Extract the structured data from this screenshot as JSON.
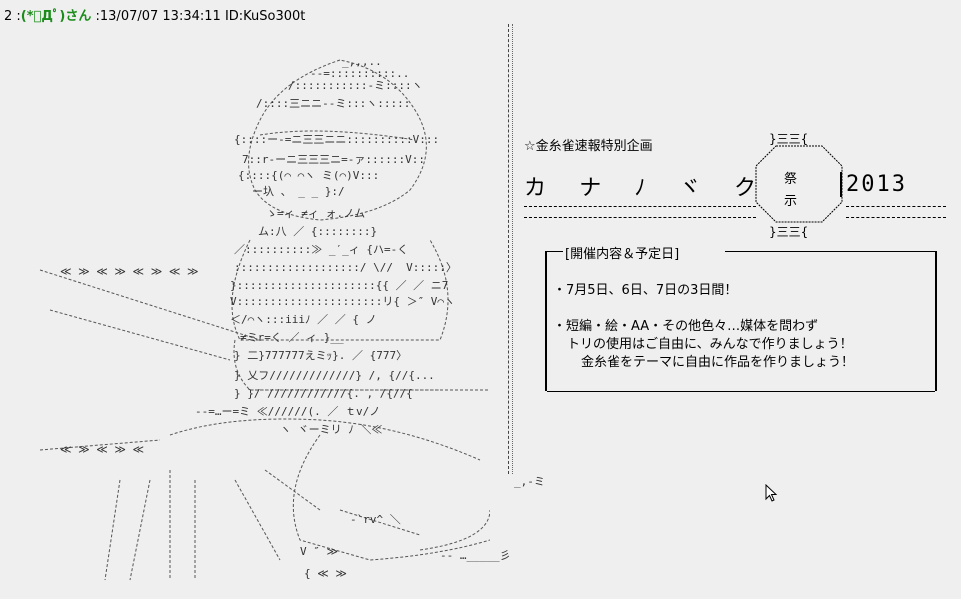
{
  "post": {
    "number": "2 :",
    "name": "(*ﾟДﾟ)さん",
    "separator": ":",
    "datetime": "13/07/07 13:34:11",
    "id": "ID:KuSo300t"
  },
  "banner": {
    "title": "☆金糸雀速報特別企画",
    "octagon_top": "}三三{",
    "octagon_line1": "祭",
    "octagon_line2": "示",
    "octagon_bottom": "}三三{",
    "katakana": "カ ナ ﾉ ヾ ク",
    "year": "2013"
  },
  "info_box": {
    "title": "[開催内容＆予定日]",
    "lines": [
      "・7月5日、6日、7日の3日間！",
      "・短編・絵・AA・その他色々…媒体を問わず",
      "トリの使用はご自由に、みんなで作りましょう！",
      "金糸雀をテーマに自由に作品を作りましょう！"
    ]
  },
  "aa": {
    "rows": [
      "_,,,..",
      "-‐=::::::::::..",
      "/:::::::::::‐ミ::::ヽ",
      "/::::三ニニ‐‐ミ:::ヽ:::::",
      "{::::ー‐=ニ三三ニニ::::::::::V:::",
      "7::r‐ーニ三三三ニ=-ァ::::::V::",
      "{::::{(⌒ ⌒ヽ ミ(⌒)V:::",
      "ー圦 、 _ _ }:/",
      "ゝ=ィ ≠ィ ォ.ノム",
      "ム:八 ／ {::::::::}",
      "／::::::::::≫ _′_ィ {ハ=‐く",
      ":::::::::::::::::::/ \\//  V:::::〉",
      "}:::::::::::::::::::::{{ ／ ／ ニ7",
      "V::::::::::::::::::::::リ{ ＞″ V⌒ヽ",
      "＜/⌒ヽ:::iiiﾉ ／ ／ { ノ",
      "≠ミr=く ／ ィ }__",
      "} 二}777777えミｯ}. ／ {777〉",
      "} 乂フ/////////////} /, {//{...",
      "} }/ ////////////{. , /{//{",
      "-‐=…ー=ミ ≪//////(. ／ ｔv/ノ",
      "ヽ ヾーミリ ﾉ ＼≪",
      "≪ ≫ ≪ ≫ ≪ ≫ ≪ ≫",
      "≪ ≫ ≪ ≫ ≪",
      "_,‐ミ",
      "‐`rv^ ＼",
      "‐‐ …_____彡",
      "V ″ ≫",
      "{ ≪ ≫"
    ]
  },
  "colors": {
    "background": "#efefef",
    "name_green": "#1a8c1a",
    "text": "#000000"
  },
  "icons": {
    "cursor": "mouse-pointer-icon"
  }
}
